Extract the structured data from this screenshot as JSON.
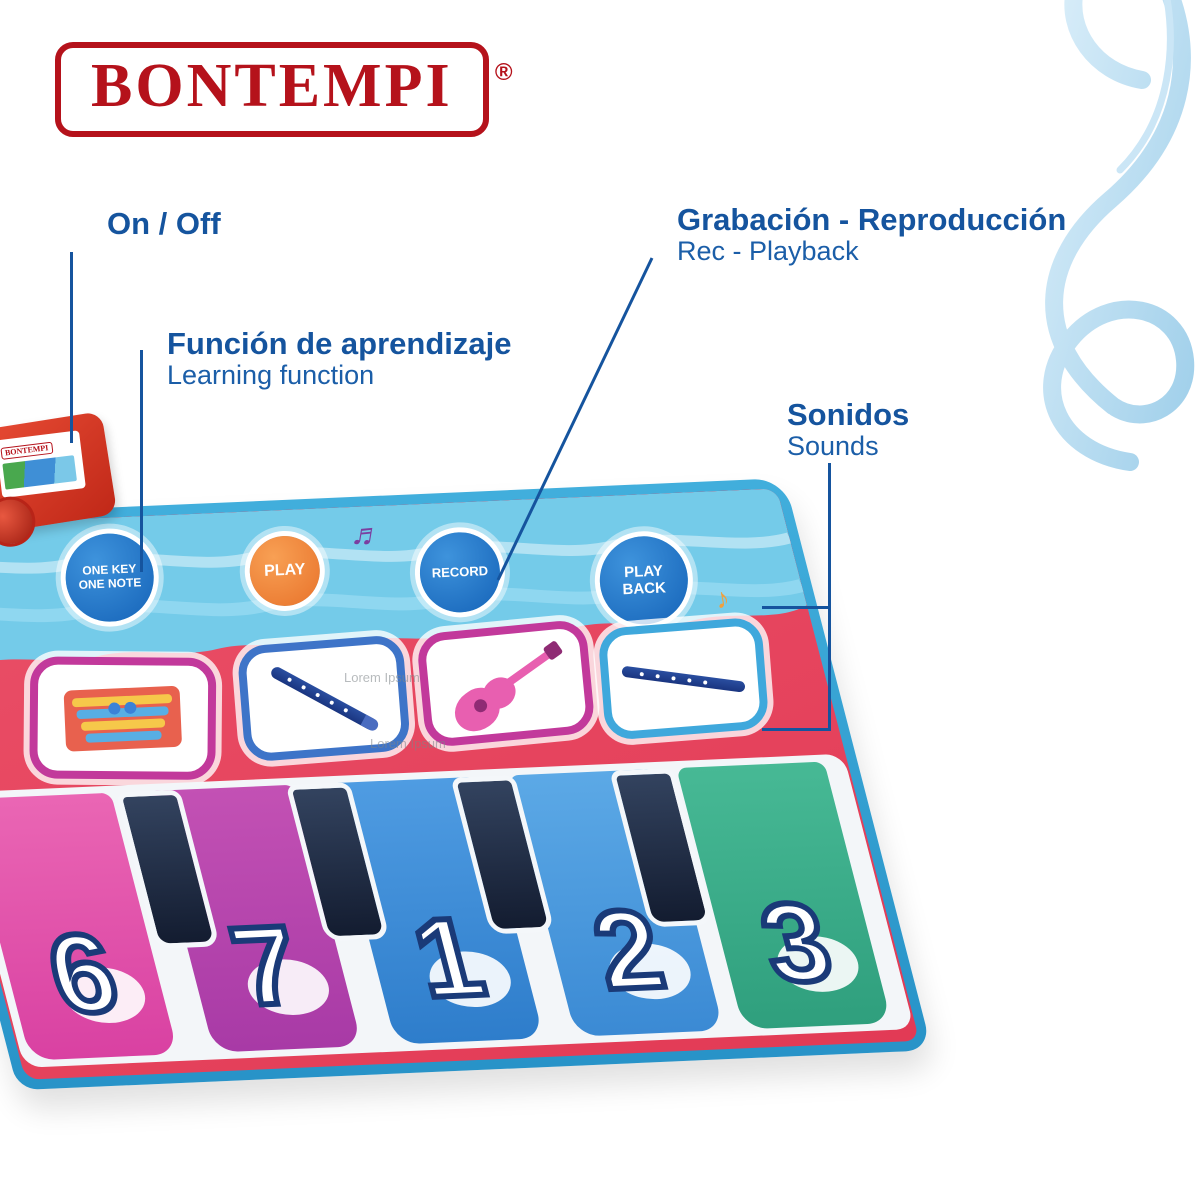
{
  "brand": {
    "logo_text": "BONTEMPI",
    "registered_mark": "®"
  },
  "annotations": {
    "on_off": {
      "title": "On / Off"
    },
    "learning": {
      "title": "Función de aprendizaje",
      "subtitle": "Learning function"
    },
    "recording": {
      "title": "Grabación - Reproducción",
      "subtitle": "Rec - Playback"
    },
    "sounds": {
      "title": "Sonidos",
      "subtitle": "Sounds"
    }
  },
  "device": {
    "label": "BONTEMPI"
  },
  "mat": {
    "buttons": [
      {
        "name": "one-key-one-note",
        "line1": "ONE KEY",
        "line2": "ONE NOTE"
      },
      {
        "name": "play",
        "label": "PLAY"
      },
      {
        "name": "record",
        "label": "RECORD"
      },
      {
        "name": "play-back",
        "line1": "PLAY",
        "line2": "BACK"
      }
    ],
    "pads": [
      {
        "name": "xylophone"
      },
      {
        "name": "recorder"
      },
      {
        "name": "guitar"
      },
      {
        "name": "flute"
      }
    ],
    "keys": [
      {
        "number": "6"
      },
      {
        "number": "7"
      },
      {
        "number": "1"
      },
      {
        "number": "2"
      },
      {
        "number": "3"
      }
    ],
    "notes": [
      "♬",
      "♪"
    ],
    "watermark": "Lorem Ipsum"
  },
  "colors": {
    "brand_red": "#B5121B",
    "annotation_blue": "#15549E",
    "mat_edge_blue": "#2FA3D6",
    "mat_top_blue": "#74CBE9",
    "mat_pink": "#E8495F",
    "key_pink": "#D941A2",
    "key_purple": "#A83AA6",
    "key_blue": "#2E7DCB",
    "key_green": "#2F9F7D",
    "clef_blue": "#AFD8EF"
  }
}
